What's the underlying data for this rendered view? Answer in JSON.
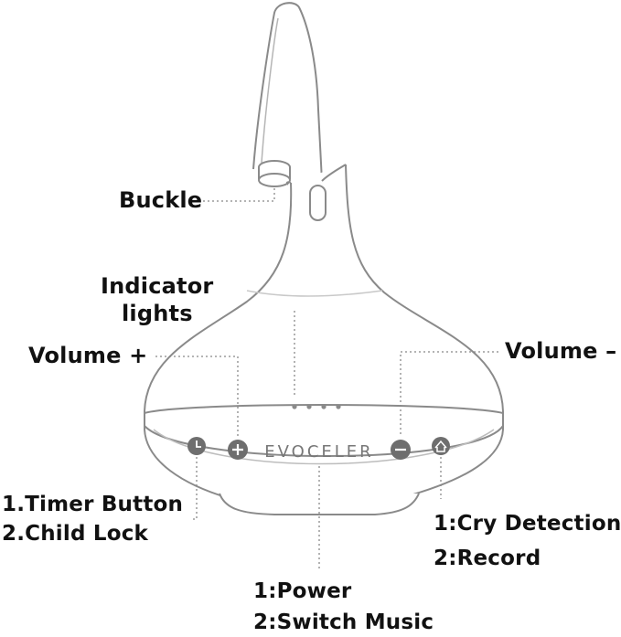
{
  "brand": {
    "text": "EVOCELER"
  },
  "labels": {
    "buckle": "Buckle",
    "indicator_line1": "Indicator",
    "indicator_line2": "lights",
    "volume_plus": "Volume +",
    "volume_minus": "Volume –",
    "timer_line1": "1.Timer Button",
    "timer_line2": "2.Child Lock",
    "cry_line1": "1:Cry Detection",
    "cry_line2": "2:Record",
    "power_line1": "1:Power",
    "power_line2": "2:Switch Music"
  },
  "icons": {
    "timer": "clock-icon",
    "volume_plus": "plus-icon",
    "volume_minus": "minus-icon",
    "cry": "home-icon"
  },
  "colors": {
    "outline": "#8a8a8a",
    "button_fill": "#6e6e6e",
    "text": "#111111",
    "brand_text": "#777777"
  }
}
